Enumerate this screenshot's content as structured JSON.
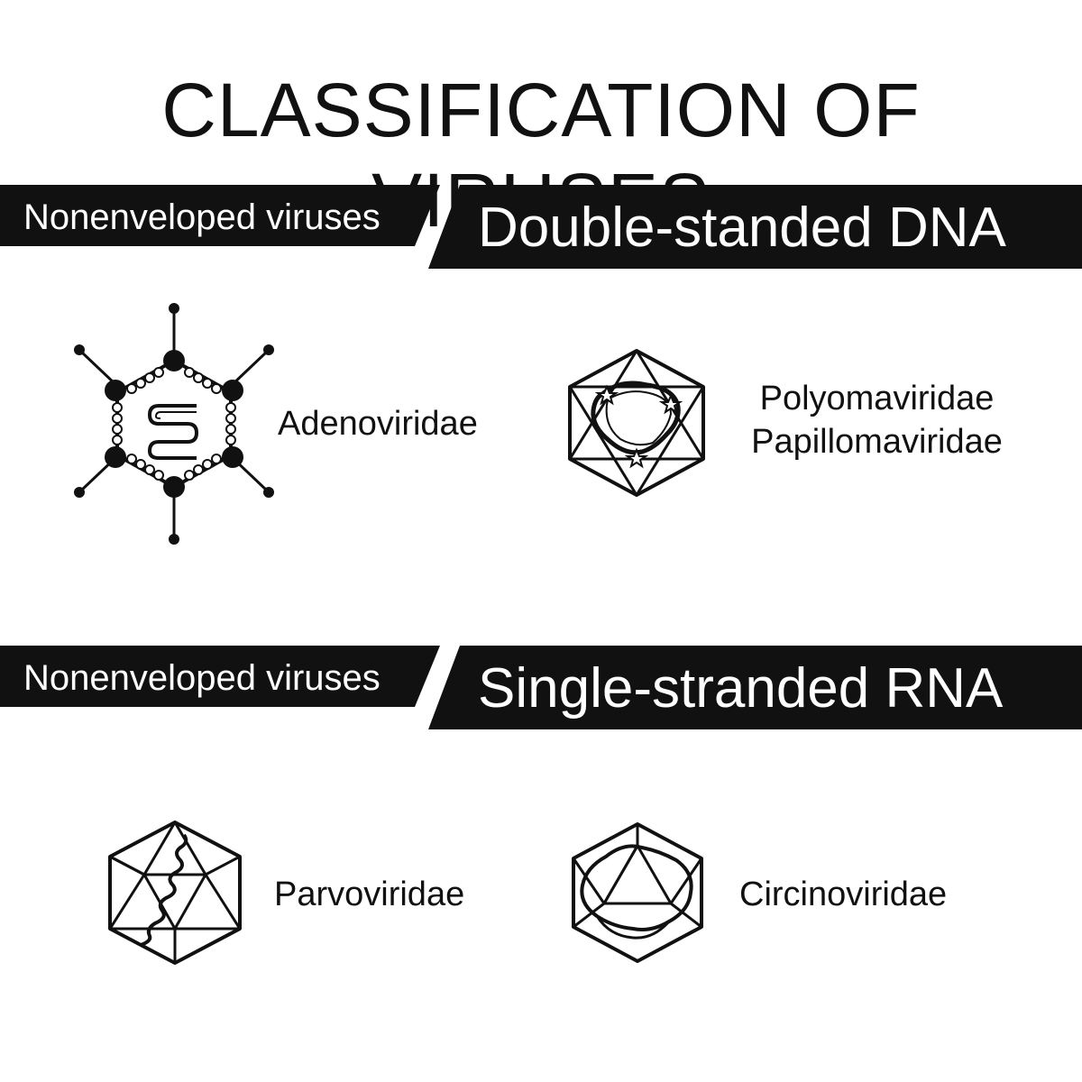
{
  "title": "CLASSIFICATION OF VIRUSES",
  "colors": {
    "ink": "#111111",
    "banner_fill": "#111111",
    "banner_text": "#ffffff",
    "background": "#ffffff"
  },
  "sections": [
    {
      "category": "Nonenveloped viruses",
      "genome": "Double-standed DNA",
      "families": [
        {
          "icon": "adenovirus-icon",
          "labels": [
            "Adenoviridae"
          ]
        },
        {
          "icon": "polyomavirus-icon",
          "labels": [
            "Polyomaviridae",
            "Papillomaviridae"
          ]
        }
      ]
    },
    {
      "category": "Nonenveloped viruses",
      "genome": "Single-stranded RNA",
      "families": [
        {
          "icon": "parvovirus-icon",
          "labels": [
            "Parvoviridae"
          ]
        },
        {
          "icon": "circinovirus-icon",
          "labels": [
            "Circinoviridae"
          ]
        }
      ]
    }
  ]
}
